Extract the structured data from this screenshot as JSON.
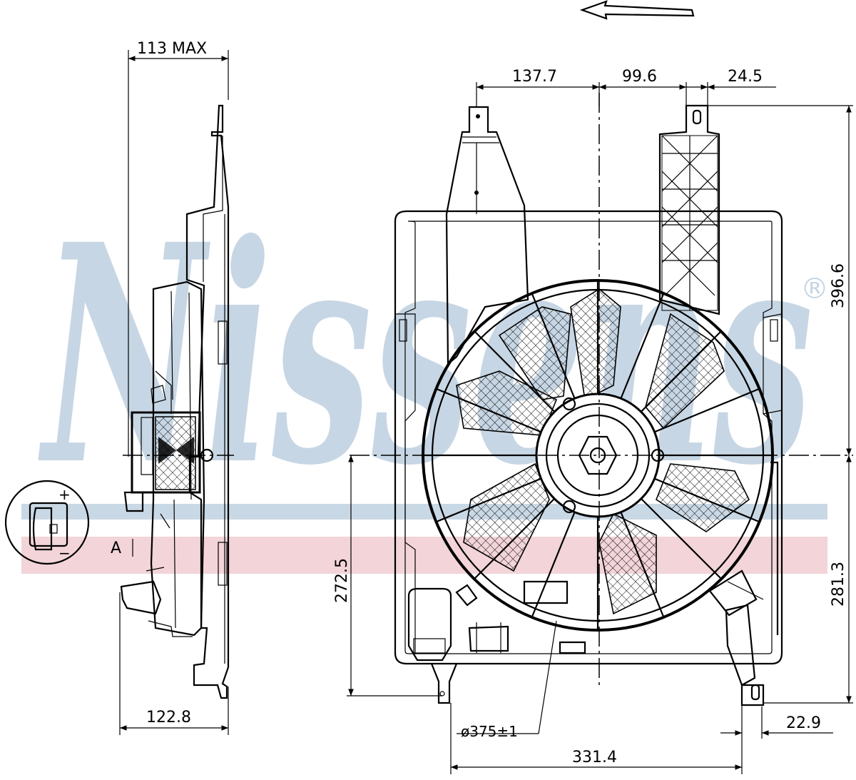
{
  "watermark": {
    "text": "Nissens",
    "registered": "®",
    "color": "#c7d6e4",
    "band_blue": "#c9d8e5",
    "band_pink": "#f2d4d9"
  },
  "direction_arrow": {
    "icon": "airflow-arrow-left-icon"
  },
  "side_view": {
    "depth_max_label": "113 MAX",
    "depth_bottom_label": "122.8",
    "section_marker": "A"
  },
  "connector_detail": {
    "plus": "+",
    "minus": "−",
    "icon": "connector-plug-icon"
  },
  "front_view": {
    "dim_top_left": "137.7",
    "dim_top_mid": "99.6",
    "dim_top_right": "24.5",
    "dim_right_height": "396.6",
    "dim_right_lower": "281.3",
    "dim_left_lower": "272.5",
    "dim_fan_diameter": "ø375±1",
    "dim_bottom_width": "331.4",
    "dim_bottom_right": "22.9"
  },
  "colors": {
    "line": "#000000",
    "mesh": "#000000"
  }
}
